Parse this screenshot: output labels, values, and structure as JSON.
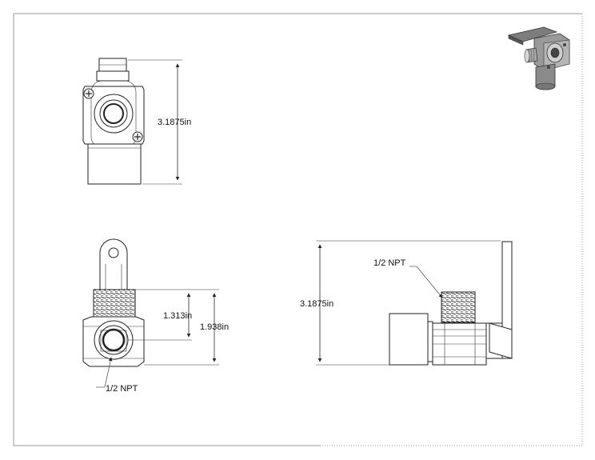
{
  "views": {
    "front": {
      "height_label": "3.1875in"
    },
    "bottom": {
      "dim_inner_label": "1.313in",
      "dim_outer_label": "1.938in",
      "thread_label": "1/2 NPT"
    },
    "side": {
      "height_label": "3.1875in",
      "thread_label": "1/2 NPT"
    }
  },
  "colors": {
    "line": "#222222",
    "border": "#999999",
    "shade_dark": "#555555",
    "shade_mid": "#8a8a8a",
    "shade_light": "#c8c8c8"
  }
}
